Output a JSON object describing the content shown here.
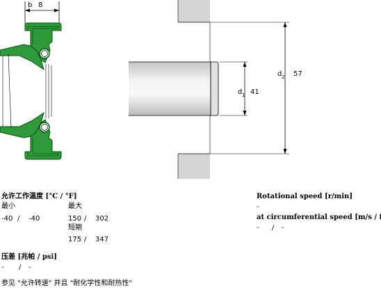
{
  "drawing": {
    "width_label": "b",
    "width_value": "8",
    "d1_label": "d",
    "d1_sub": "1",
    "d1_value": "41",
    "d2_label": "d",
    "d2_sub": "2",
    "d2_value": "57"
  },
  "temperature": {
    "title": "允许工作温度 [°C / °F]",
    "min_label": "最小",
    "max_label": "最大",
    "min_c": "-40",
    "sep1": "/",
    "min_f": "-40",
    "max_c": "150",
    "sep2": "/",
    "max_f": "302",
    "short_label": "短期",
    "short_c": "175",
    "sep3": "/",
    "short_f": "347"
  },
  "pressure": {
    "title": "压差 [兆帕 / psi]",
    "v1": "-",
    "sep": "/",
    "v2": "-"
  },
  "rotation": {
    "title": "Rotational speed [r/min]",
    "value": "-",
    "circ_title": "at circumferential speed [m/s / ft/s]",
    "circ_v1": "-",
    "circ_sep": "/",
    "circ_v2": "-"
  },
  "footnote": "参见 \"允许转速\" 并且 \"耐化学性和耐热性\"",
  "colors": {
    "seal_green": "#2e9a3a",
    "seal_dark": "#0d4f16",
    "housing_grey": "#d4d4d4",
    "shaft_light": "#f0f0f0",
    "shaft_dark": "#b9b9b9"
  }
}
